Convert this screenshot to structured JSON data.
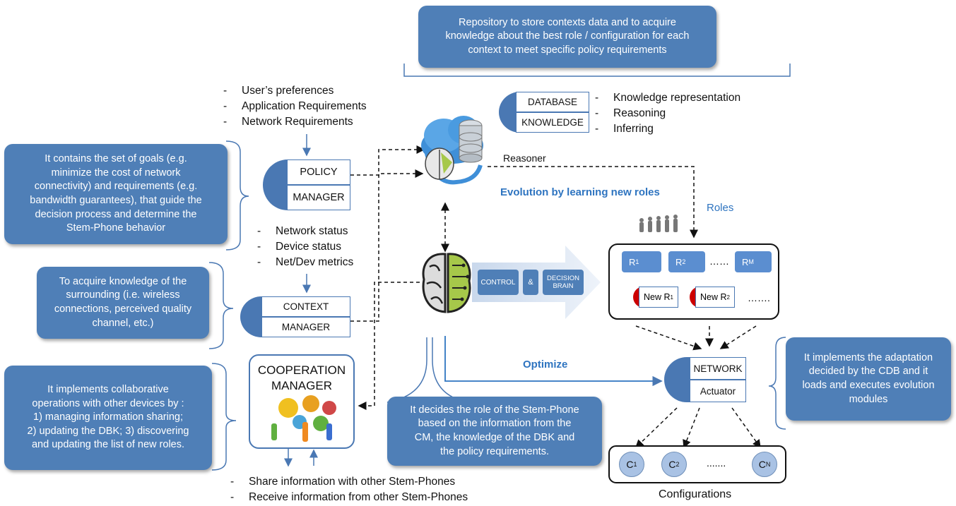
{
  "callouts": {
    "repository": "Repository to store contexts data and to acquire\nknowledge about the best role / configuration for each\ncontext to meet specific policy requirements",
    "policy": "It contains the set of goals (e.g.\nminimize the cost of network\nconnectivity) and requirements (e.g.\nbandwidth guarantees), that guide the\ndecision process and determine the\nStem-Phone behavior",
    "context": "To acquire knowledge of the\nsurrounding (i.e. wireless\nconnections, perceived quality\nchannel, etc.)",
    "cooperation": "It implements collaborative\noperations with other devices by :\n1) managing information sharing;\n2) updating the DBK; 3) discovering\nand updating the list of new roles.",
    "decides": "It decides the role of the Stem-Phone\nbased on the information from the\nCM, the knowledge of the DBK and\nthe policy requirements.",
    "network": "It implements the adaptation\ndecided by the CDB and it\nloads and executes evolution\nmodules"
  },
  "lists": {
    "policy_inputs": [
      "User’s preferences",
      "Application Requirements",
      "Network Requirements"
    ],
    "context_inputs": [
      "Network status",
      "Device status",
      "Net/Dev metrics"
    ],
    "dbk_functions": [
      "Knowledge representation",
      "Reasoning",
      "Inferring"
    ],
    "sharing": [
      "Share information with other Stem-Phones",
      "Receive information from other Stem-Phones"
    ]
  },
  "components": {
    "db_top": "DATABASE",
    "db_bottom": "KNOWLEDGE",
    "policy_top": "POLICY",
    "policy_bottom": "MANAGER",
    "context_top": "CONTEXT",
    "context_bottom": "MANAGER",
    "network_top": "NETWORK",
    "network_bottom": "Actuator",
    "coop_title": "COOPERATION\nMANAGER"
  },
  "labels": {
    "reasoner": "Reasoner",
    "evolution": "Evolution by learning new roles",
    "roles": "Roles",
    "optimize": "Optimize",
    "configurations": "Configurations",
    "cdb_control": "CONTROL",
    "cdb_and": "&",
    "cdb_decision": "DECISION\nBRAIN"
  },
  "roles": {
    "r1": "R",
    "r1_sub": "1",
    "r2": "R",
    "r2_sub": "2",
    "dots": "……",
    "rm": "R",
    "rm_sub": "M",
    "new1": "New R",
    "new1_sub": "1",
    "new2": "New R",
    "new2_sub": "2",
    "new_dots": "……."
  },
  "configs": {
    "c1": "C",
    "c1_sub": "1",
    "c2": "C",
    "c2_sub": "2",
    "dots": ".......",
    "cn": "C",
    "cn_sub": "N"
  },
  "colors": {
    "callout": "#4f7fb7",
    "accent": "#2e74c0",
    "role_box": "#5b8ed0",
    "new_role_cap": "#cc0000"
  }
}
